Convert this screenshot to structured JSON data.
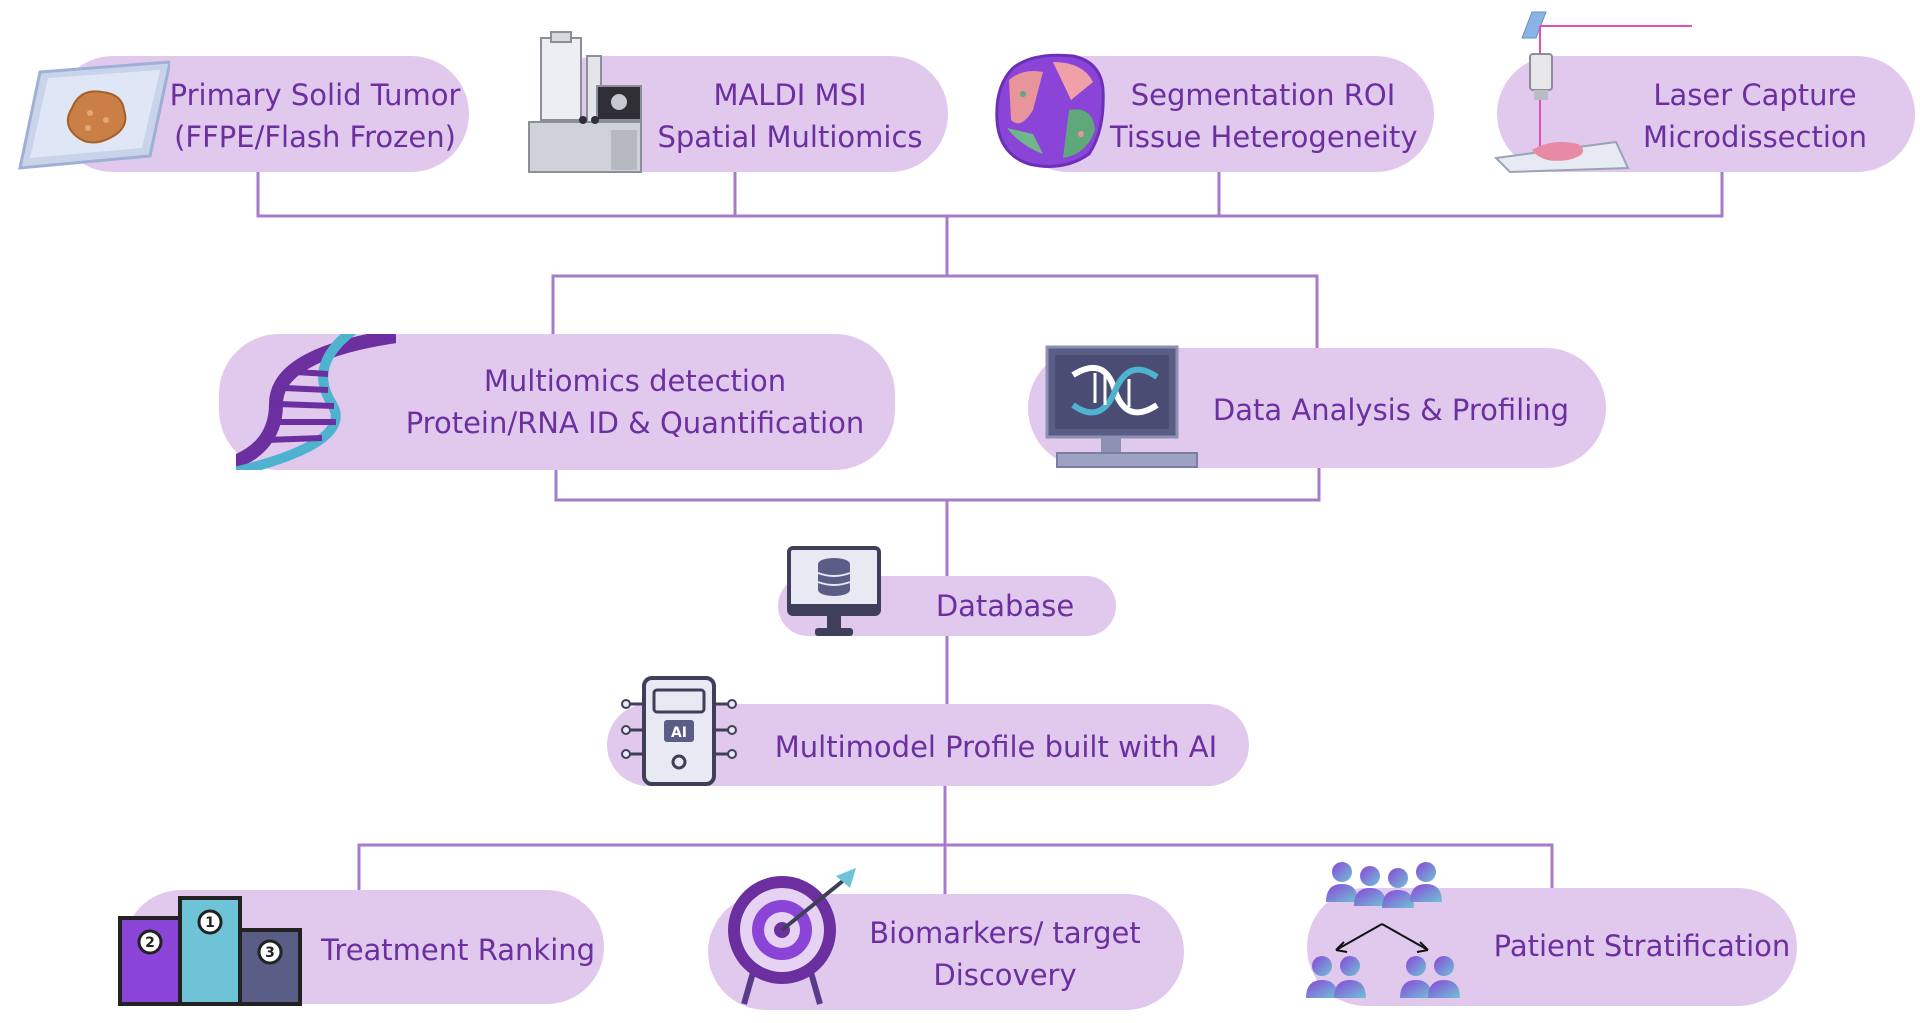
{
  "diagram": {
    "top_row": [
      {
        "line1": "Primary Solid Tumor",
        "line2": "(FFPE/Flash Frozen)",
        "icon": "tissue-slide-icon"
      },
      {
        "line1": "MALDI MSI",
        "line2": "Spatial Multiomics",
        "icon": "mass-spectrometer-icon"
      },
      {
        "line1": "Segmentation ROI",
        "line2": "Tissue Heterogeneity",
        "icon": "tissue-segmentation-icon"
      },
      {
        "line1": "Laser Capture",
        "line2": "Microdissection",
        "icon": "microscope-laser-icon"
      }
    ],
    "middle_row": [
      {
        "line1": "Multiomics detection",
        "line2": "Protein/RNA ID & Quantification",
        "icon": "dna-helix-icon"
      },
      {
        "line1": "Data Analysis & Profiling",
        "icon": "computer-dna-icon"
      }
    ],
    "database": {
      "label": "Database",
      "icon": "database-monitor-icon"
    },
    "ai_profile": {
      "label": "Multimodel Profile built with AI",
      "icon": "ai-chip-icon"
    },
    "bottom_row": [
      {
        "line1": "Treatment Ranking",
        "icon": "podium-ranking-icon"
      },
      {
        "line1": "Biomarkers/ target",
        "line2": "Discovery",
        "icon": "target-arrow-icon"
      },
      {
        "line1": "Patient Stratification",
        "icon": "people-groups-icon"
      }
    ],
    "podium_numbers": [
      "2",
      "1",
      "3"
    ],
    "ai_chip_text": "AI",
    "colors": {
      "pill": "#e1c9ee",
      "text": "#6b2fa0",
      "connector": "#a77bc9"
    }
  }
}
